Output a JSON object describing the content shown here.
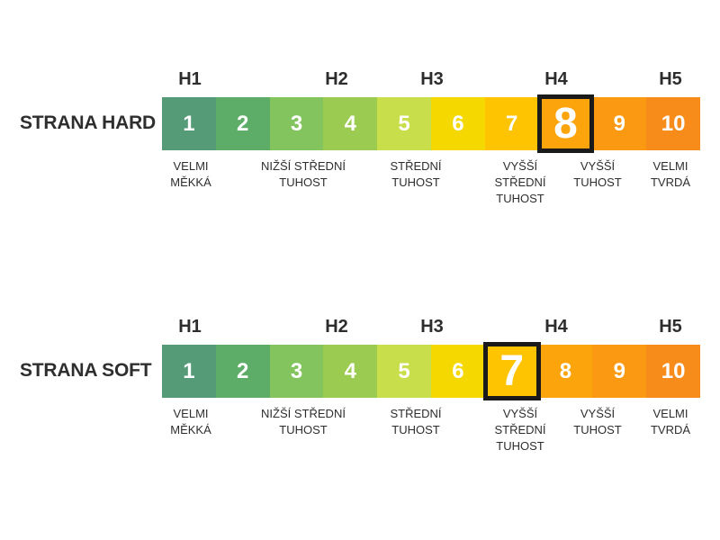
{
  "page": {
    "background": "#ffffff",
    "text_color": "#2e2e2e",
    "highlight_border_color": "#1a1a1a"
  },
  "h_levels": [
    {
      "label": "H1"
    },
    {
      "label": "H2"
    },
    {
      "label": "H3"
    },
    {
      "label": "H4"
    },
    {
      "label": "H5"
    }
  ],
  "descriptions": [
    {
      "lines": [
        "VELMI",
        "MĚKKÁ"
      ]
    },
    {
      "lines": [
        "NIŽŠÍ STŘEDNÍ",
        "TUHOST"
      ]
    },
    {
      "lines": [
        "STŘEDNÍ",
        "TUHOST"
      ]
    },
    {
      "lines": [
        "VYŠŠÍ",
        "STŘEDNÍ",
        "TUHOST"
      ]
    },
    {
      "lines": [
        "VYŠŠÍ",
        "TUHOST"
      ]
    },
    {
      "lines": [
        "VELMI",
        "TVRDÁ"
      ]
    }
  ],
  "scales": [
    {
      "title": "STRANA HARD",
      "selected": 8,
      "cells": [
        {
          "value": 1,
          "color": "#559B78"
        },
        {
          "value": 2,
          "color": "#5DAD68"
        },
        {
          "value": 3,
          "color": "#84C45F"
        },
        {
          "value": 4,
          "color": "#9CCB52"
        },
        {
          "value": 5,
          "color": "#C9DE4B"
        },
        {
          "value": 6,
          "color": "#F4D800"
        },
        {
          "value": 7,
          "color": "#FFC401"
        },
        {
          "value": 8,
          "color": "#FCA40C"
        },
        {
          "value": 9,
          "color": "#FB9A12"
        },
        {
          "value": 10,
          "color": "#F78C1B"
        }
      ]
    },
    {
      "title": "STRANA SOFT",
      "selected": 7,
      "cells": [
        {
          "value": 1,
          "color": "#559B78"
        },
        {
          "value": 2,
          "color": "#5DAD68"
        },
        {
          "value": 3,
          "color": "#84C45F"
        },
        {
          "value": 4,
          "color": "#9CCB52"
        },
        {
          "value": 5,
          "color": "#C9DE4B"
        },
        {
          "value": 6,
          "color": "#F4D800"
        },
        {
          "value": 7,
          "color": "#FFC401"
        },
        {
          "value": 8,
          "color": "#FCA40C"
        },
        {
          "value": 9,
          "color": "#FB9A12"
        },
        {
          "value": 10,
          "color": "#F78C1B"
        }
      ]
    }
  ]
}
